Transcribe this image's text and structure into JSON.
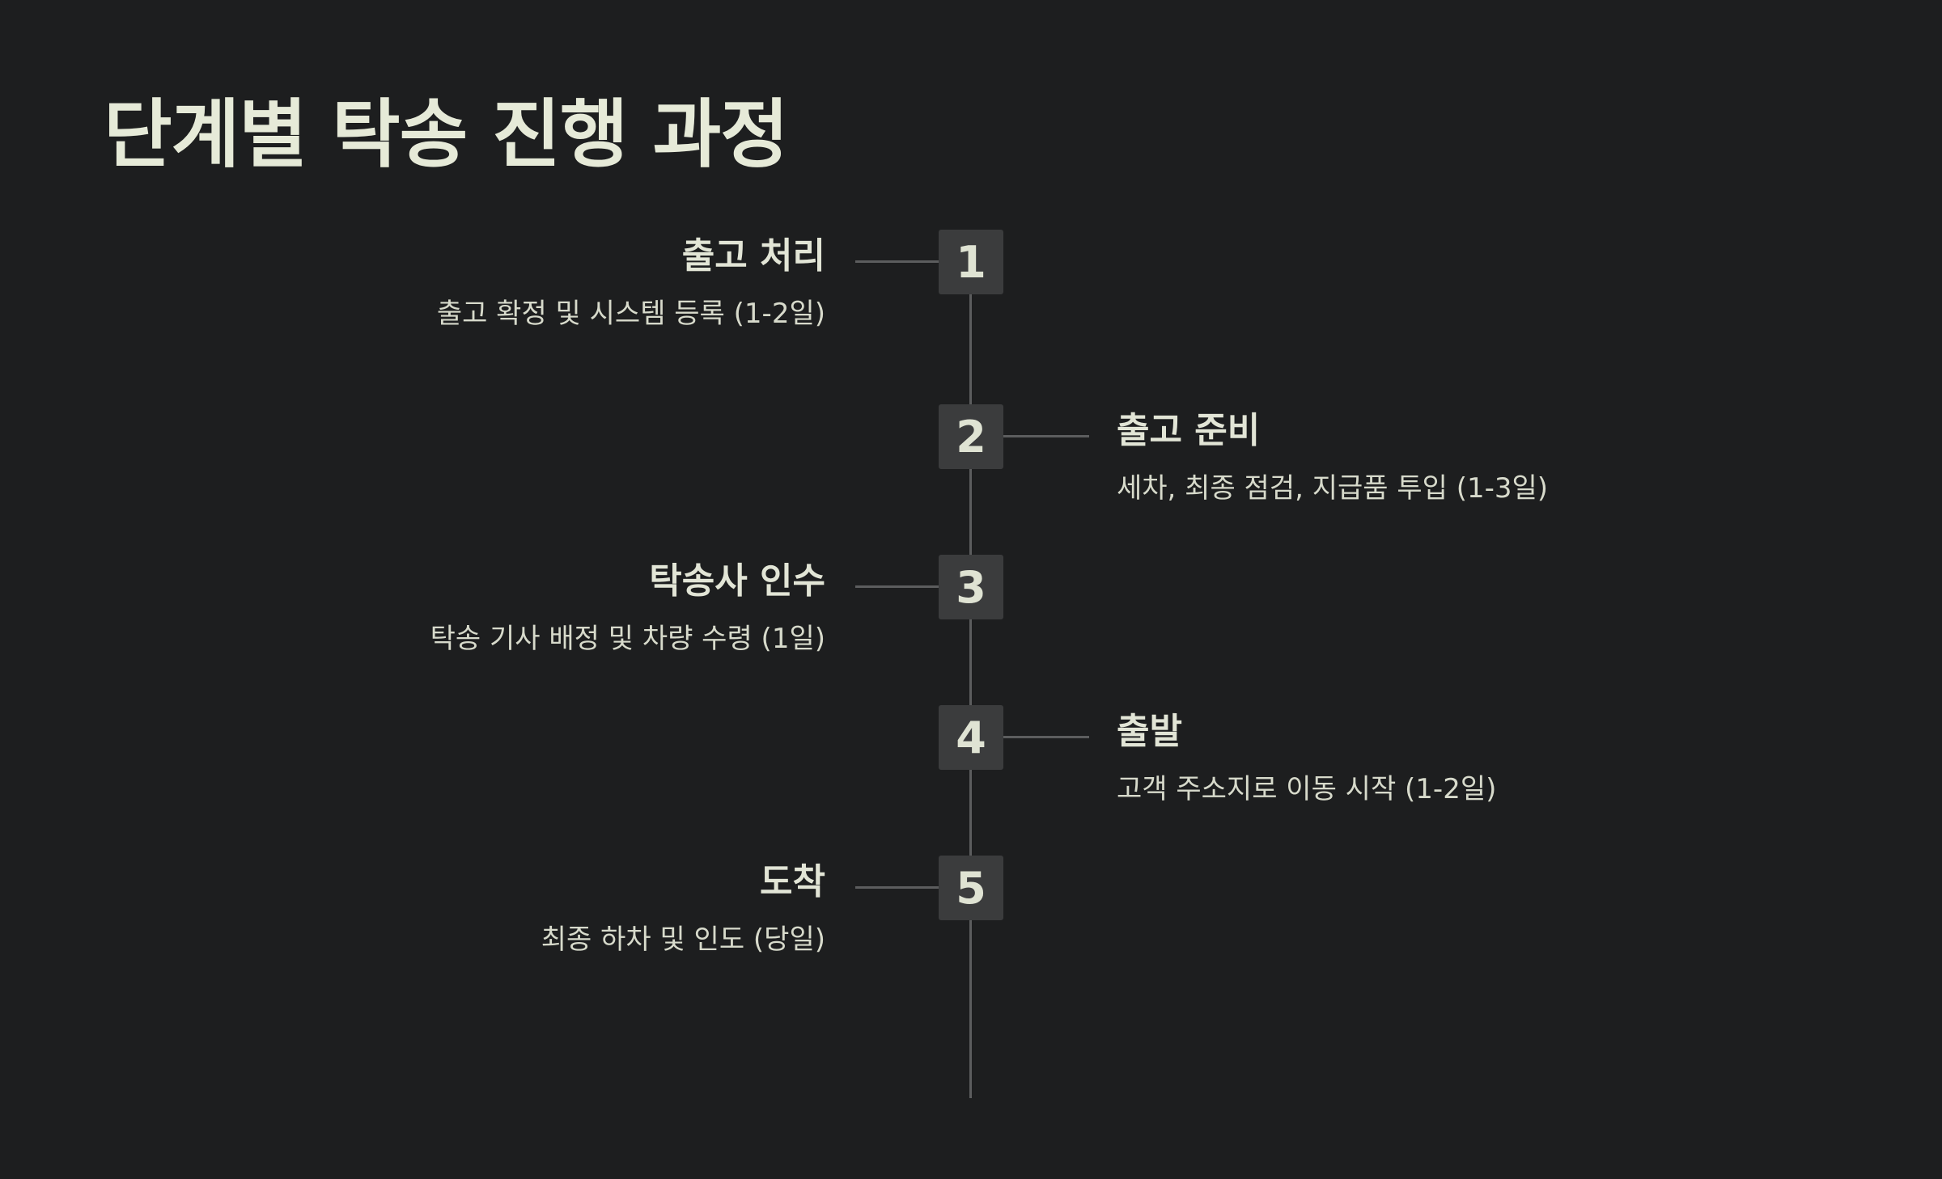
{
  "page": {
    "title": "단계별 탁송 진행 과정"
  },
  "colors": {
    "background": "#1d1e1f",
    "title_text": "#e6ead8",
    "step_box": "#3b3c3d",
    "connector_line": "#5c5d5e",
    "body_text": "#d7dacb"
  },
  "steps": [
    {
      "number": "1",
      "title": "출고 처리",
      "description": "출고 확정 및 시스템 등록 (1-2일)",
      "side": "left"
    },
    {
      "number": "2",
      "title": "출고 준비",
      "description": "세차, 최종 점검, 지급품 투입 (1-3일)",
      "side": "right"
    },
    {
      "number": "3",
      "title": "탁송사 인수",
      "description": "탁송 기사 배정 및 차량 수령 (1일)",
      "side": "left"
    },
    {
      "number": "4",
      "title": "출발",
      "description": "고객 주소지로 이동 시작 (1-2일)",
      "side": "right"
    },
    {
      "number": "5",
      "title": "도착",
      "description": "최종 하차 및 인도 (당일)",
      "side": "left"
    }
  ]
}
